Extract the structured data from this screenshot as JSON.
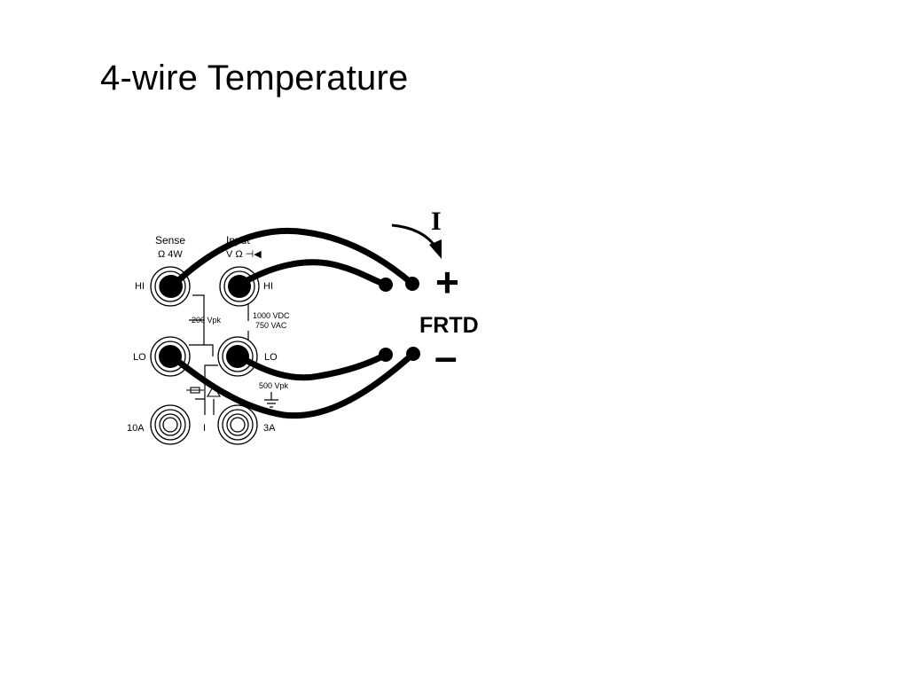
{
  "slide": {
    "title": "4-wire Temperature"
  },
  "panel": {
    "sense_label": "Sense",
    "sense_sub": "Ω 4W",
    "input_label": "Input",
    "input_sub": "V Ω ⊣◀",
    "hi": "HI",
    "lo": "LO",
    "sense_rating": "200 Vpk",
    "input_rating_1": "1000 VDC",
    "input_rating_2": "750 VAC",
    "lo_rating": "500 Vpk",
    "amp10": "10A",
    "amp3": "3A",
    "current_terminal": "I"
  },
  "sensor": {
    "name": "FRTD",
    "plus": "+",
    "minus": "–",
    "current_symbol": "I"
  }
}
